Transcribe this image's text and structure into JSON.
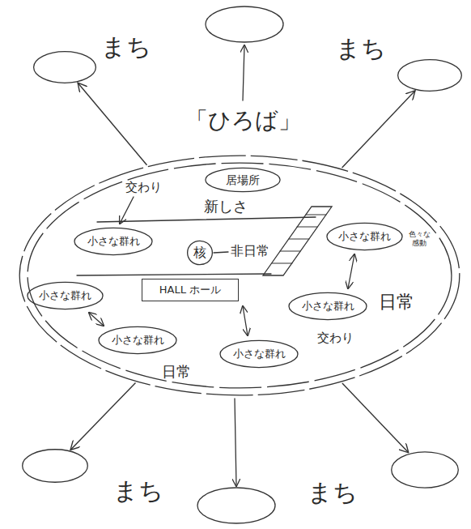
{
  "diagram": {
    "nodes": [
      {
        "text": [
          "「ひろば」"
        ]
      },
      {
        "text": [
          "居場所"
        ],
        "in": 0
      },
      {
        "text": [
          "核"
        ],
        "in": 0
      },
      {
        "text": [
          "HALL ホール"
        ],
        "in": 0
      },
      {
        "text": [
          "小さな群れ"
        ],
        "in": 0
      },
      {
        "text": [
          "小さな群れ"
        ],
        "in": 0
      },
      {
        "text": [
          "小さな群れ"
        ],
        "in": 0
      },
      {
        "text": [
          "小さな群れ"
        ],
        "in": 0
      },
      {
        "text": [
          "小さな群れ"
        ],
        "in": 0
      },
      {
        "text": [
          "小さな群れ"
        ],
        "in": 0
      },
      {
        "text": [
          "まち"
        ]
      },
      {
        "text": [
          "まち"
        ]
      },
      {
        "text": [
          "まち"
        ]
      },
      {
        "text": [
          "まち"
        ]
      }
    ],
    "edges": [
      {
        "from": 0,
        "to": 10,
        "arrow": "to"
      },
      {
        "from": 0,
        "to": 11,
        "arrow": "to"
      },
      {
        "from": 0,
        "to": 12,
        "arrow": "to"
      },
      {
        "from": 0,
        "to": 13,
        "arrow": "to"
      }
    ],
    "labels": [
      "新しさ",
      "交わり",
      "非日常",
      "日常",
      "色々な 感動",
      "交わり",
      "日常"
    ]
  }
}
